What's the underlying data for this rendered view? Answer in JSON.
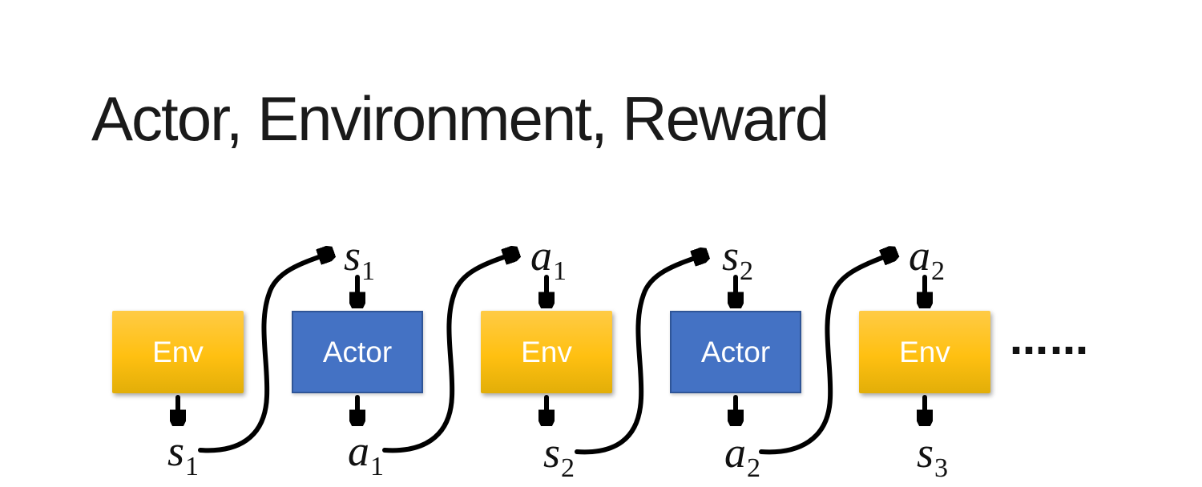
{
  "title": "Actor, Environment, Reward",
  "colors": {
    "env_top": "#FFCB45",
    "env_mid": "#FFC011",
    "env_bottom": "#E2AE08",
    "actor_fill": "#4472C4",
    "actor_border": "#2F5597",
    "arrow": "#000000",
    "text": "#1a1a1a",
    "box_label": "#ffffff"
  },
  "diagram": {
    "boxes": [
      {
        "label": "Env"
      },
      {
        "label": "Actor"
      },
      {
        "label": "Env"
      },
      {
        "label": "Actor"
      },
      {
        "label": "Env"
      }
    ],
    "top_labels": [
      {
        "base": "s",
        "sub": "1"
      },
      {
        "base": "a",
        "sub": "1"
      },
      {
        "base": "s",
        "sub": "2"
      },
      {
        "base": "a",
        "sub": "2"
      }
    ],
    "bottom_labels": [
      {
        "base": "s",
        "sub": "1"
      },
      {
        "base": "a",
        "sub": "1"
      },
      {
        "base": "s",
        "sub": "2"
      },
      {
        "base": "a",
        "sub": "2"
      },
      {
        "base": "s",
        "sub": "3"
      }
    ],
    "ellipsis": "……"
  }
}
